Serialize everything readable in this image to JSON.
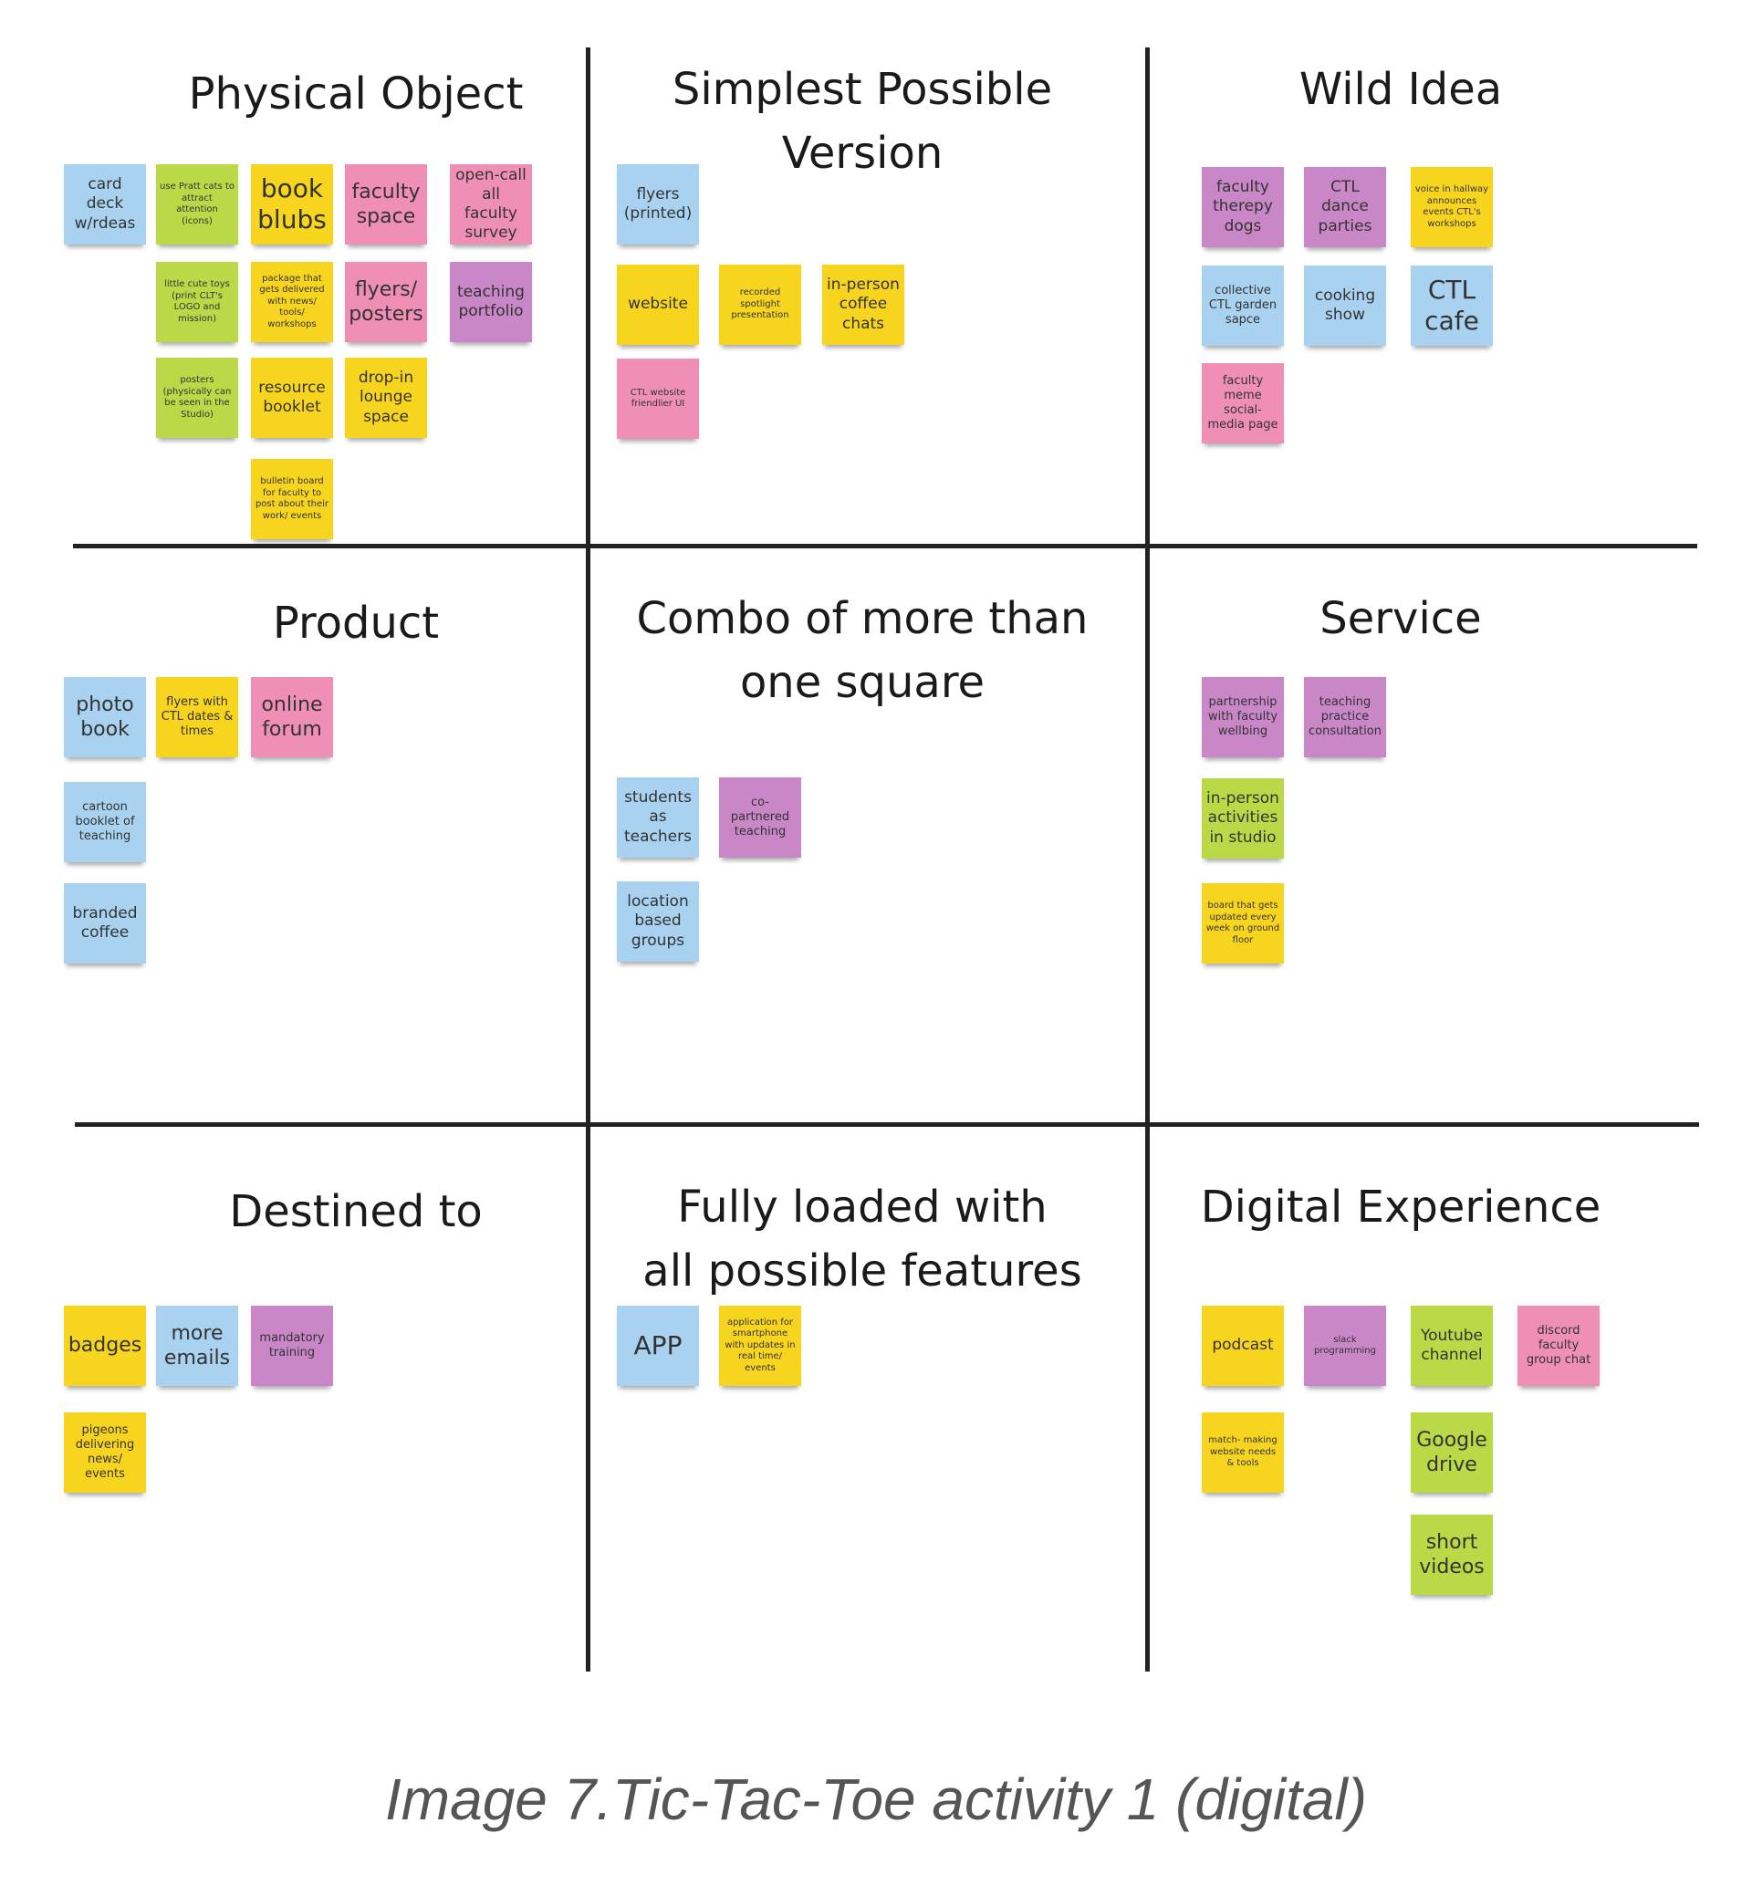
{
  "colors": {
    "blue": "#a8d2f0",
    "green": "#bbd847",
    "yellow": "#f7d51f",
    "pink": "#f08fb5",
    "purple": "#c987c8",
    "grid_line": "#222222"
  },
  "cells": {
    "physical_object": {
      "title_lines": [
        "Physical Object"
      ]
    },
    "simplest_version": {
      "title_lines": [
        "Simplest Possible",
        "Version"
      ]
    },
    "wild_idea": {
      "title_lines": [
        "Wild Idea"
      ]
    },
    "product": {
      "title_lines": [
        "Product"
      ]
    },
    "combo": {
      "title_lines": [
        "Combo of more than",
        "one square"
      ]
    },
    "service": {
      "title_lines": [
        "Service"
      ]
    },
    "destined_to": {
      "title_lines": [
        "Destined to"
      ]
    },
    "fully_loaded": {
      "title_lines": [
        "Fully loaded with",
        "all possible features"
      ]
    },
    "digital_experience": {
      "title_lines": [
        "Digital Experience"
      ]
    }
  },
  "notes": [
    {
      "cell": "physical_object",
      "color": "blue",
      "text": "card deck w/rdeas"
    },
    {
      "cell": "physical_object",
      "color": "green",
      "text": "use Pratt cats to attract attention (icons)"
    },
    {
      "cell": "physical_object",
      "color": "yellow",
      "text": "book blubs"
    },
    {
      "cell": "physical_object",
      "color": "pink",
      "text": "faculty space"
    },
    {
      "cell": "physical_object",
      "color": "pink",
      "text": "open-call all faculty survey"
    },
    {
      "cell": "physical_object",
      "color": "green",
      "text": "little cute toys (print CLT's LOGO and mission)"
    },
    {
      "cell": "physical_object",
      "color": "yellow",
      "text": "package that gets delivered with news/ tools/ workshops"
    },
    {
      "cell": "physical_object",
      "color": "pink",
      "text": "flyers/ posters"
    },
    {
      "cell": "physical_object",
      "color": "purple",
      "text": "teaching portfolio"
    },
    {
      "cell": "physical_object",
      "color": "green",
      "text": "posters (physically can be seen in the Studio)"
    },
    {
      "cell": "physical_object",
      "color": "yellow",
      "text": "resource booklet"
    },
    {
      "cell": "physical_object",
      "color": "yellow",
      "text": "drop-in lounge space"
    },
    {
      "cell": "physical_object",
      "color": "yellow",
      "text": "bulletin board for faculty to post about their work/ events"
    },
    {
      "cell": "simplest_version",
      "color": "blue",
      "text": "flyers (printed)"
    },
    {
      "cell": "simplest_version",
      "color": "yellow",
      "text": "website"
    },
    {
      "cell": "simplest_version",
      "color": "yellow",
      "text": "recorded spotlight presentation"
    },
    {
      "cell": "simplest_version",
      "color": "yellow",
      "text": "in-person coffee chats"
    },
    {
      "cell": "simplest_version",
      "color": "pink",
      "text": "CTL website friendlier UI"
    },
    {
      "cell": "wild_idea",
      "color": "purple",
      "text": "faculty therepy dogs"
    },
    {
      "cell": "wild_idea",
      "color": "purple",
      "text": "CTL dance parties"
    },
    {
      "cell": "wild_idea",
      "color": "yellow",
      "text": "voice in hallway announces events CTL's workshops"
    },
    {
      "cell": "wild_idea",
      "color": "blue",
      "text": "collective CTL garden sapce"
    },
    {
      "cell": "wild_idea",
      "color": "blue",
      "text": "cooking show"
    },
    {
      "cell": "wild_idea",
      "color": "blue",
      "text": "CTL cafe"
    },
    {
      "cell": "wild_idea",
      "color": "pink",
      "text": "faculty meme social- media page"
    },
    {
      "cell": "product",
      "color": "blue",
      "text": "photo book"
    },
    {
      "cell": "product",
      "color": "yellow",
      "text": "flyers with CTL dates & times"
    },
    {
      "cell": "product",
      "color": "pink",
      "text": "online forum"
    },
    {
      "cell": "product",
      "color": "blue",
      "text": "cartoon booklet of teaching"
    },
    {
      "cell": "product",
      "color": "blue",
      "text": "branded coffee"
    },
    {
      "cell": "combo",
      "color": "blue",
      "text": "students as teachers"
    },
    {
      "cell": "combo",
      "color": "purple",
      "text": "co- partnered teaching"
    },
    {
      "cell": "combo",
      "color": "blue",
      "text": "location based groups"
    },
    {
      "cell": "service",
      "color": "purple",
      "text": "partnership with faculty wellbing"
    },
    {
      "cell": "service",
      "color": "purple",
      "text": "teaching practice consultation"
    },
    {
      "cell": "service",
      "color": "green",
      "text": "in-person activities in studio"
    },
    {
      "cell": "service",
      "color": "yellow",
      "text": "board that gets updated every week on ground floor"
    },
    {
      "cell": "destined_to",
      "color": "yellow",
      "text": "badges"
    },
    {
      "cell": "destined_to",
      "color": "blue",
      "text": "more emails"
    },
    {
      "cell": "destined_to",
      "color": "purple",
      "text": "mandatory training"
    },
    {
      "cell": "destined_to",
      "color": "yellow",
      "text": "pigeons delivering news/ events"
    },
    {
      "cell": "fully_loaded",
      "color": "blue",
      "text": "APP"
    },
    {
      "cell": "fully_loaded",
      "color": "yellow",
      "text": "application for smartphone with updates in real time/ events"
    },
    {
      "cell": "digital_experience",
      "color": "yellow",
      "text": "podcast"
    },
    {
      "cell": "digital_experience",
      "color": "purple",
      "text": "slack programming"
    },
    {
      "cell": "digital_experience",
      "color": "green",
      "text": "Youtube channel"
    },
    {
      "cell": "digital_experience",
      "color": "pink",
      "text": "discord faculty group chat"
    },
    {
      "cell": "digital_experience",
      "color": "yellow",
      "text": "match- making website needs & tools"
    },
    {
      "cell": "digital_experience",
      "color": "green",
      "text": "Google drive"
    },
    {
      "cell": "digital_experience",
      "color": "green",
      "text": "short videos"
    }
  ],
  "caption": "Image 7.Tic-Tac-Toe activity 1 (digital)"
}
